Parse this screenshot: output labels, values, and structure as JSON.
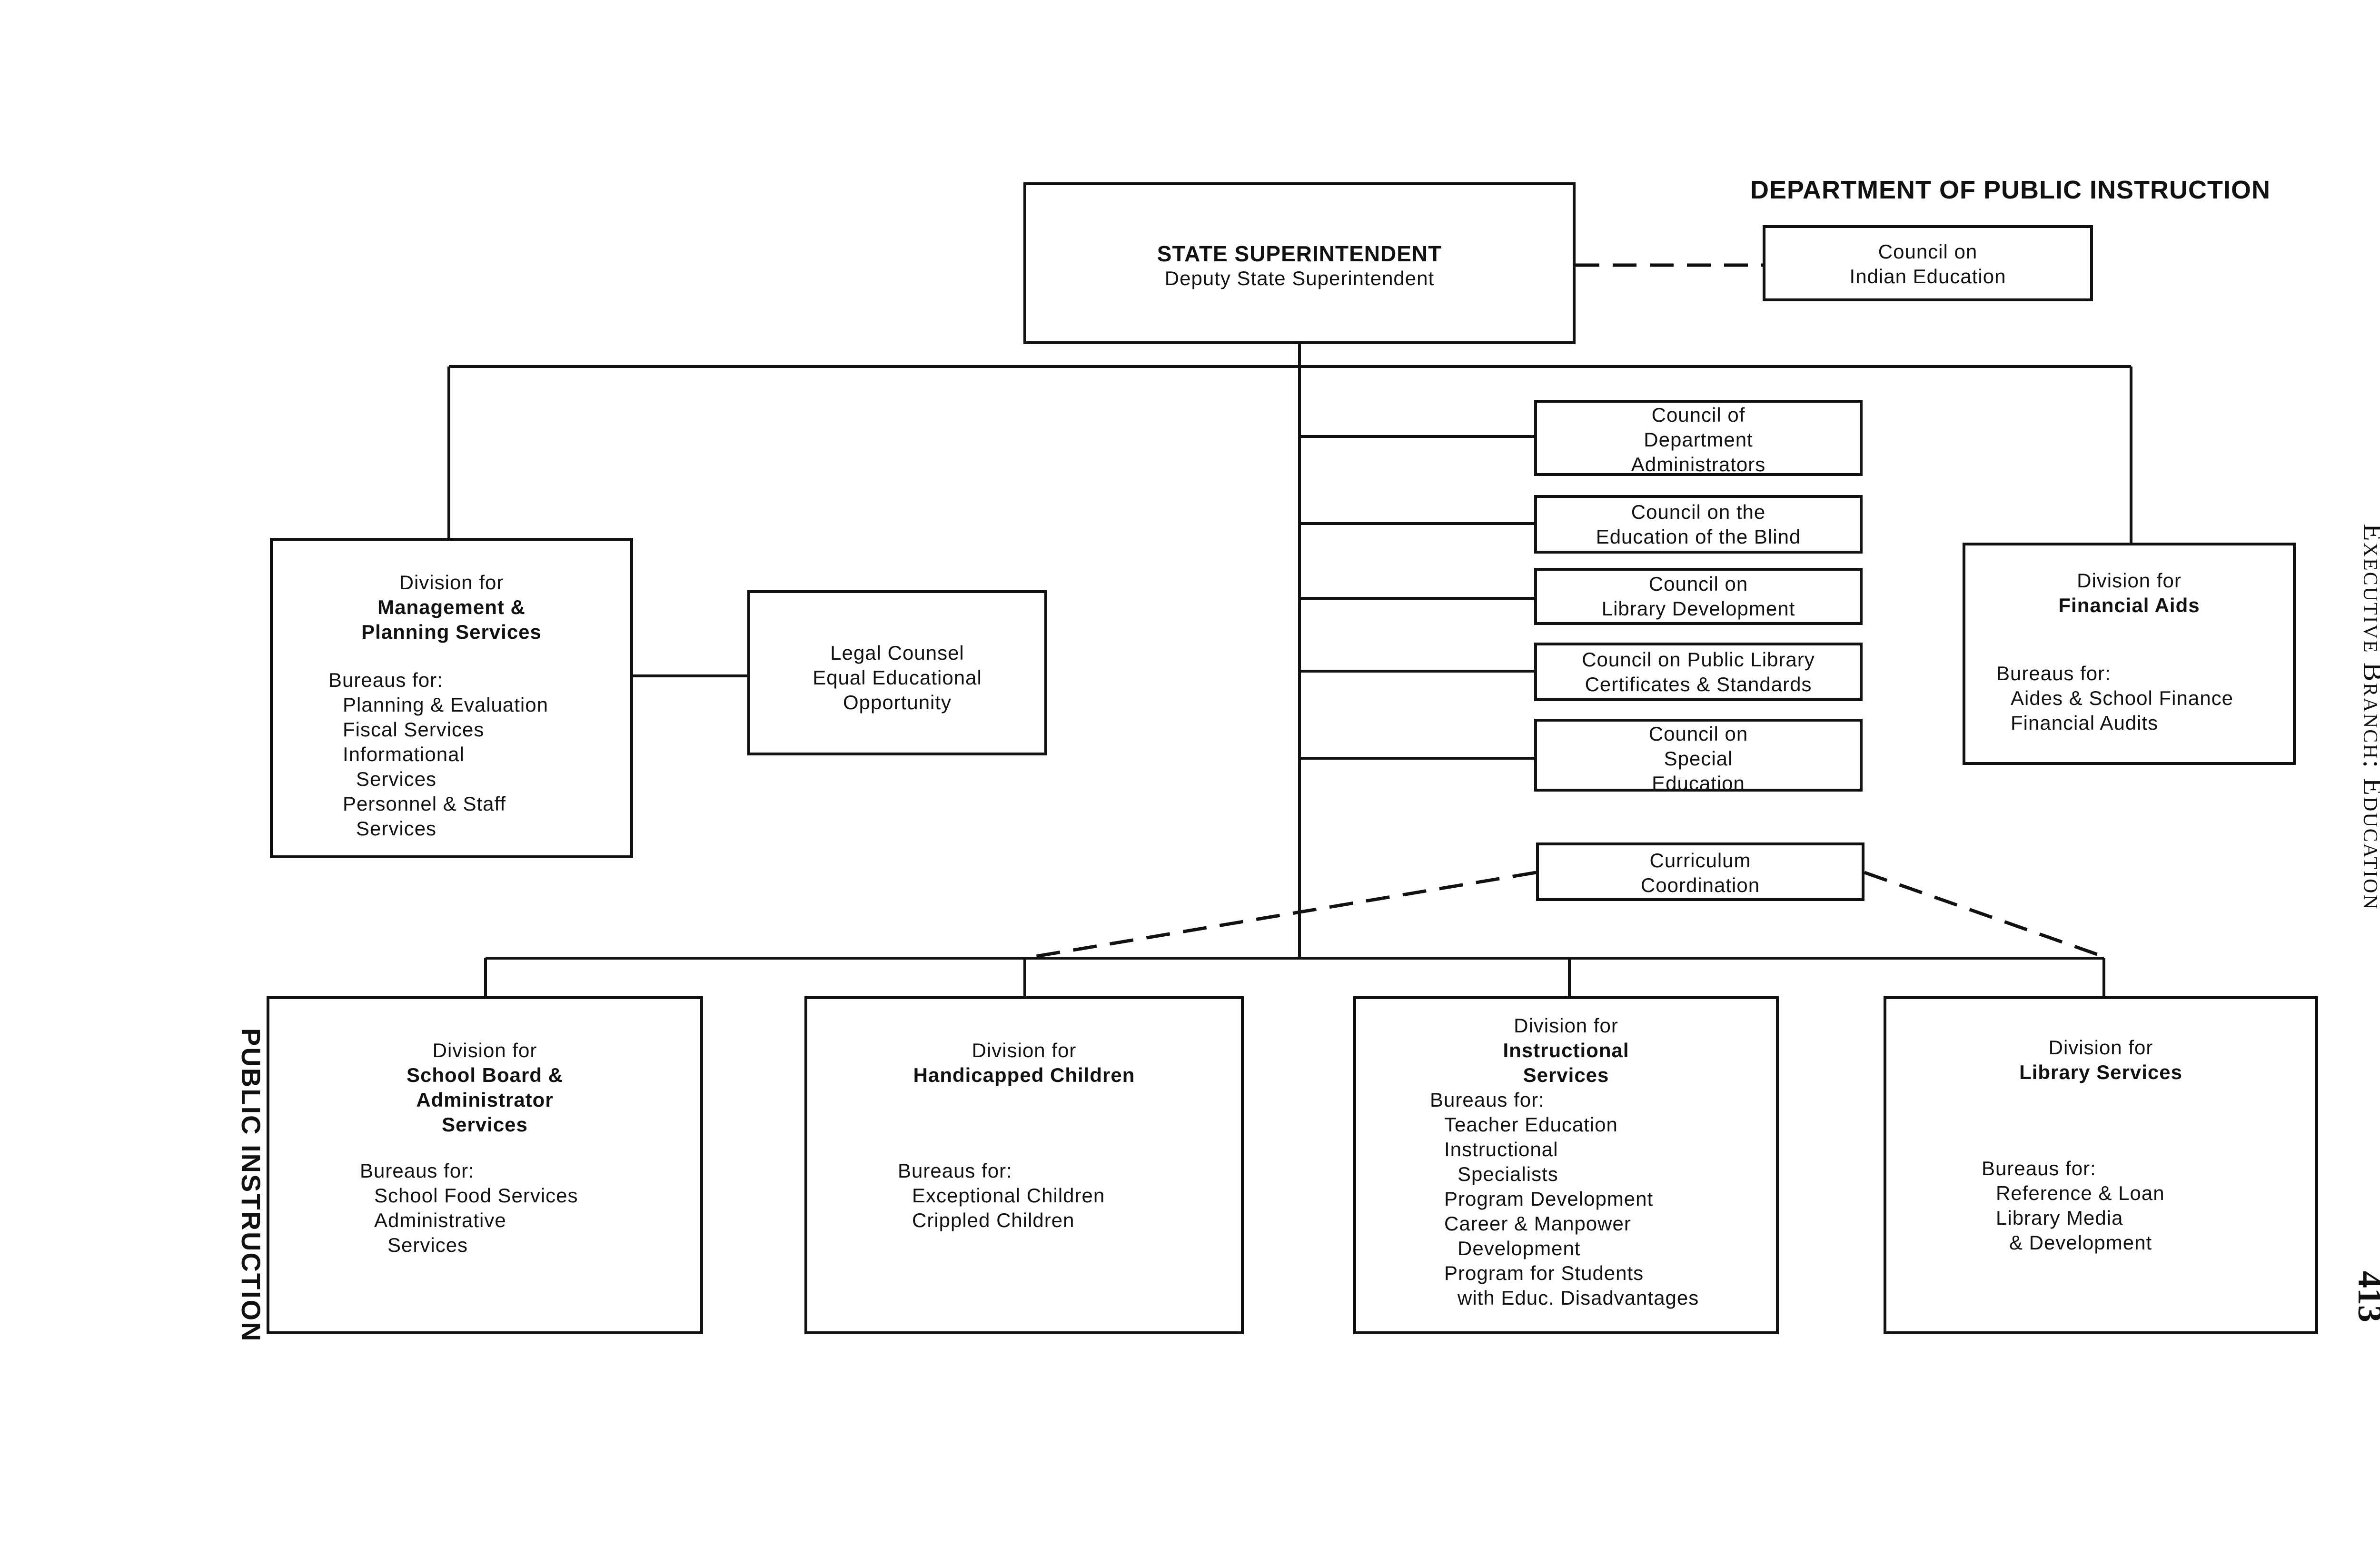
{
  "page_title": "DEPARTMENT OF PUBLIC INSTRUCTION",
  "side_label_right": "Executive Branch: Education",
  "side_label_left": "PUBLIC INSTRUCTION",
  "page_number": "413",
  "superintendent": {
    "title": "STATE SUPERINTENDENT",
    "subtitle": "Deputy State Superintendent"
  },
  "indian_council": {
    "line1": "Council on",
    "line2": "Indian Education"
  },
  "legal": {
    "lines": [
      "Legal Counsel",
      "Equal Educational",
      "Opportunity"
    ]
  },
  "councils": [
    {
      "lines": [
        "Council of",
        "Department",
        "Administrators"
      ]
    },
    {
      "lines": [
        "Council on the",
        "Education of the Blind"
      ]
    },
    {
      "lines": [
        "Council on",
        "Library Development"
      ]
    },
    {
      "lines": [
        "Council on Public Library",
        "Certificates & Standards"
      ]
    },
    {
      "lines": [
        "Council on",
        "Special",
        "Education"
      ]
    }
  ],
  "curriculum": {
    "lines": [
      "Curriculum",
      "Coordination"
    ]
  },
  "divisions": {
    "management": {
      "prefix": "Division for",
      "name_lines": [
        "Management &",
        "Planning Services"
      ],
      "bureaus_label": "Bureaus for:",
      "bureaus": [
        "Planning & Evaluation",
        "Fiscal Services",
        "Informational",
        "Services",
        "Personnel & Staff",
        "Services"
      ]
    },
    "financial": {
      "prefix": "Division for",
      "name_lines": [
        "Financial Aids"
      ],
      "bureaus_label": "Bureaus for:",
      "bureaus": [
        "Aides & School Finance",
        "Financial Audits"
      ]
    },
    "school_board": {
      "prefix": "Division for",
      "name_lines": [
        "School Board &",
        "Administrator",
        "Services"
      ],
      "bureaus_label": "Bureaus for:",
      "bureaus": [
        "School Food Services",
        "Administrative",
        "Services"
      ]
    },
    "handicapped": {
      "prefix": "Division for",
      "name_lines": [
        "Handicapped Children"
      ],
      "bureaus_label": "Bureaus for:",
      "bureaus": [
        "Exceptional Children",
        "Crippled Children"
      ]
    },
    "instructional": {
      "prefix": "Division for",
      "name_lines": [
        "Instructional",
        "Services"
      ],
      "bureaus_label": "Bureaus for:",
      "bureaus": [
        "Teacher Education",
        "Instructional",
        "Specialists",
        "Program Development",
        "Career & Manpower",
        "Development",
        "Program for Students",
        "with Educ. Disadvantages"
      ]
    },
    "library": {
      "prefix": "Division for",
      "name_lines": [
        "Library Services"
      ],
      "bureaus_label": "Bureaus for:",
      "bureaus": [
        "Reference & Loan",
        "Library Media",
        "& Development"
      ]
    }
  }
}
